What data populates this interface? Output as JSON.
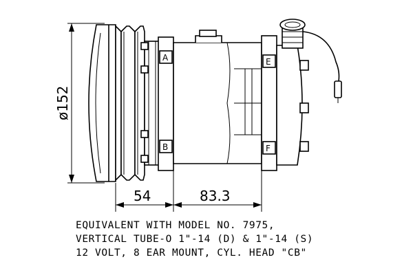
{
  "dimensions": {
    "diameter": "ø152",
    "pulley_width": "54",
    "body_length": "83.3"
  },
  "flange_labels": {
    "top_left": "A",
    "bottom_left": "B",
    "top_right": "E",
    "bottom_right": "F"
  },
  "caption": {
    "line1": "EQUIVALENT WITH MODEL NO. 7975,",
    "line2": "VERTICAL TUBE-O 1\"-14 (D) & 1\"-14 (S)",
    "line3": "12 VOLT, 8 EAR MOUNT, CYL. HEAD \"CB\""
  }
}
